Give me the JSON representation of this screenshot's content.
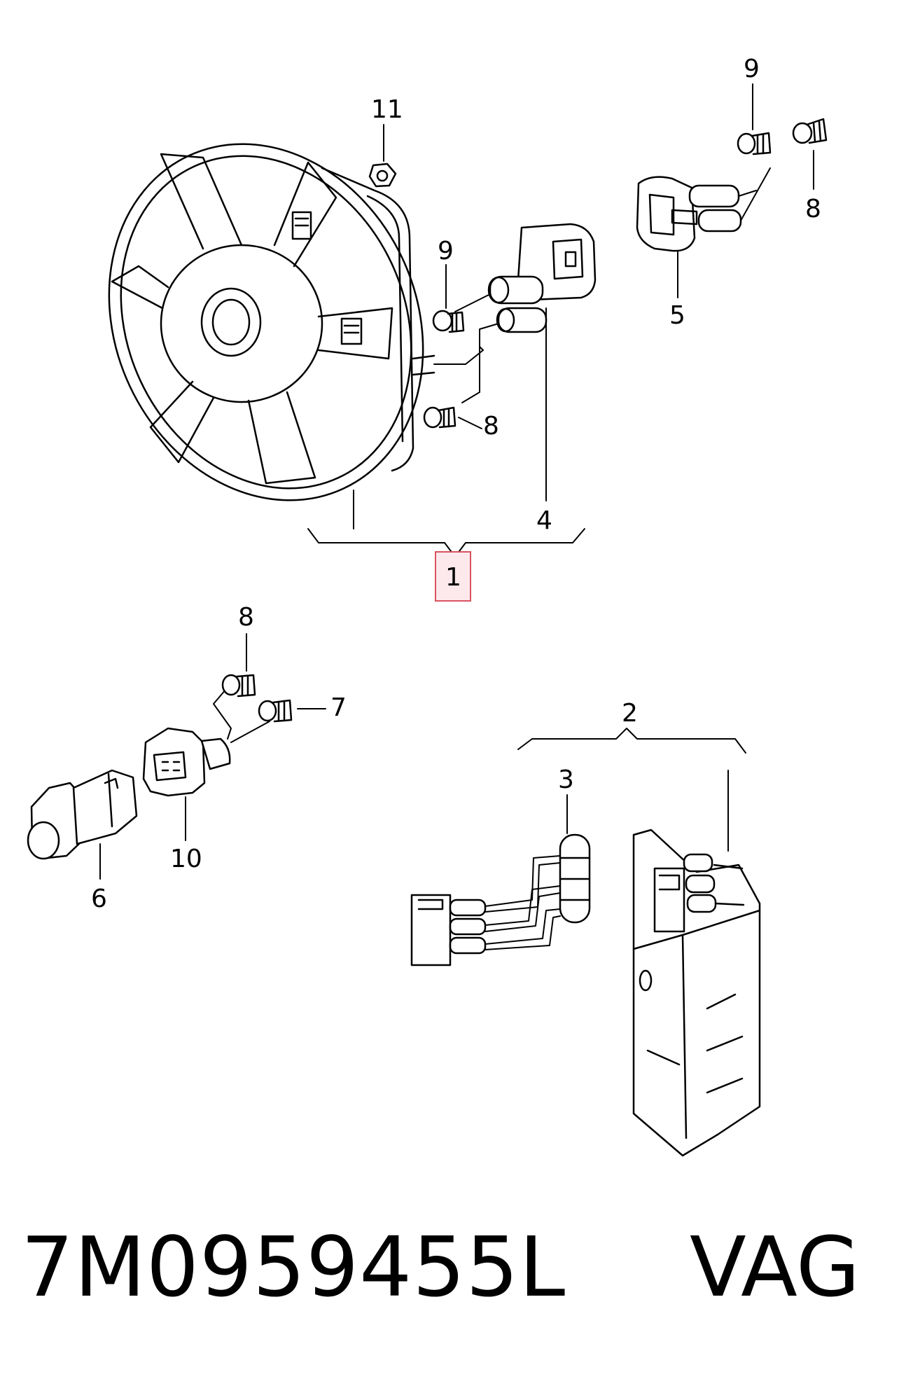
{
  "callouts": {
    "c1": "1",
    "c2": "2",
    "c3": "3",
    "c4": "4",
    "c5": "5",
    "c6": "6",
    "c7": "7",
    "c8a": "8",
    "c8b": "8",
    "c8c": "8",
    "c9a": "9",
    "c9b": "9",
    "c10": "10",
    "c11": "11"
  },
  "caption": {
    "part_number": "7M0959455L",
    "brand": "VAG"
  },
  "colors": {
    "highlight_fill": "#fde8ec",
    "highlight_border": "#d9525f",
    "ink": "#000000"
  }
}
